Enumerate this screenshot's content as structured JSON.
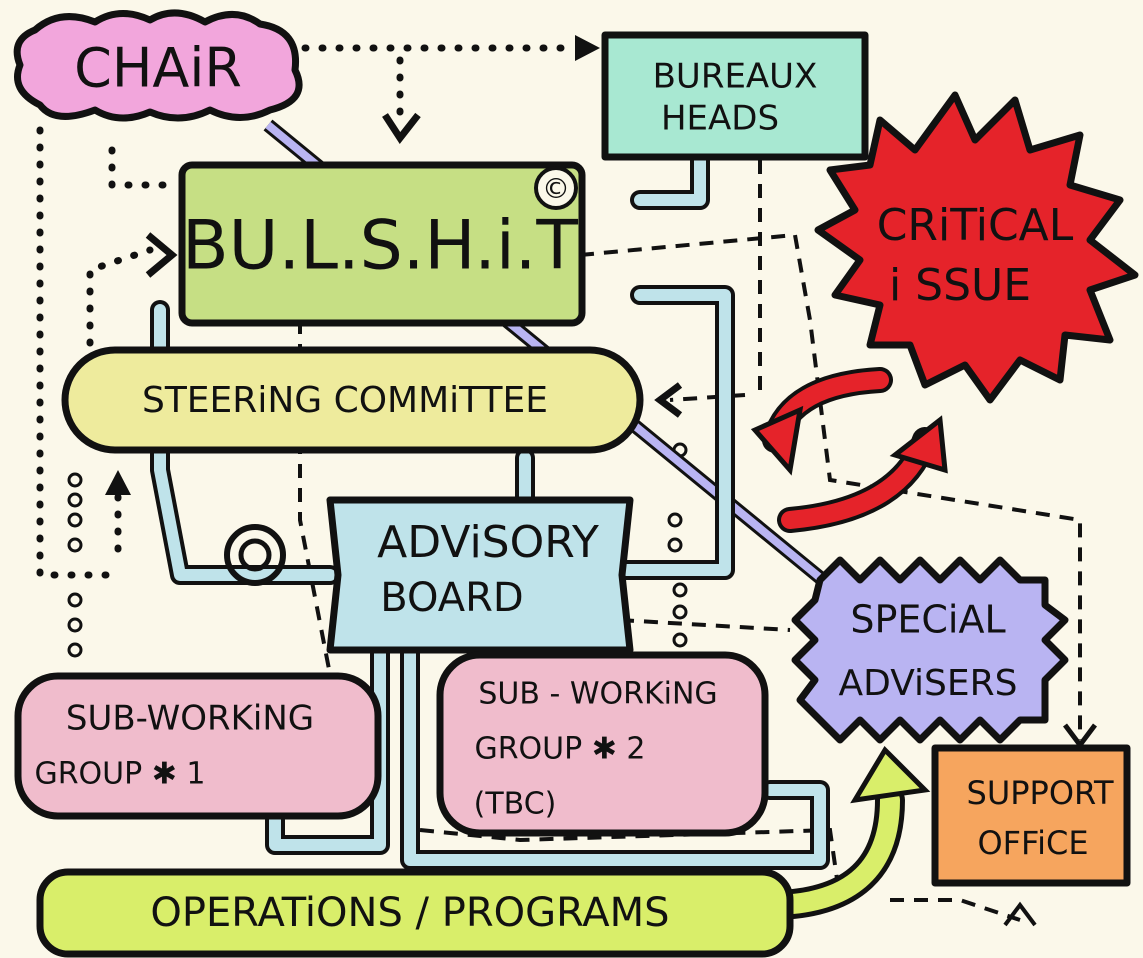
{
  "nodes": {
    "chair": "CHAiR",
    "bureaux_heads_1": "BUREAUX",
    "bureaux_heads_2": "HEADS",
    "bulshit": "BU.L.S.H.i.T",
    "copyright": "©",
    "critical_1": "CRiTiCAL",
    "critical_2": "i SSUE",
    "steering": "STEERiNG COMMiTTEE",
    "advisory_1": "ADViSORY",
    "advisory_2": "BOARD",
    "special_1": "SPECiAL",
    "special_2": "ADViSERS",
    "swg1_1": "SUB-WORKiNG",
    "swg1_2": "GROUP ✱ 1",
    "swg2_1": "SUB - WORKiNG",
    "swg2_2": "GROUP ✱ 2",
    "swg2_3": "(TBC)",
    "support_1": "SUPPORT",
    "support_2": "OFFiCE",
    "operations": "OPERATiONS / PROGRAMS"
  },
  "colors": {
    "background": "#fbf8ea",
    "chair": "#f2a6dc",
    "bureaux": "#a8e8d2",
    "bulshit": "#c6df84",
    "critical": "#e5232a",
    "steering": "#eeeb9d",
    "advisory": "#bfe3ea",
    "special": "#b9b4f2",
    "subgroup": "#f0bccc",
    "support": "#f6a55e",
    "operations": "#d9ee6a",
    "ink": "#111111"
  }
}
